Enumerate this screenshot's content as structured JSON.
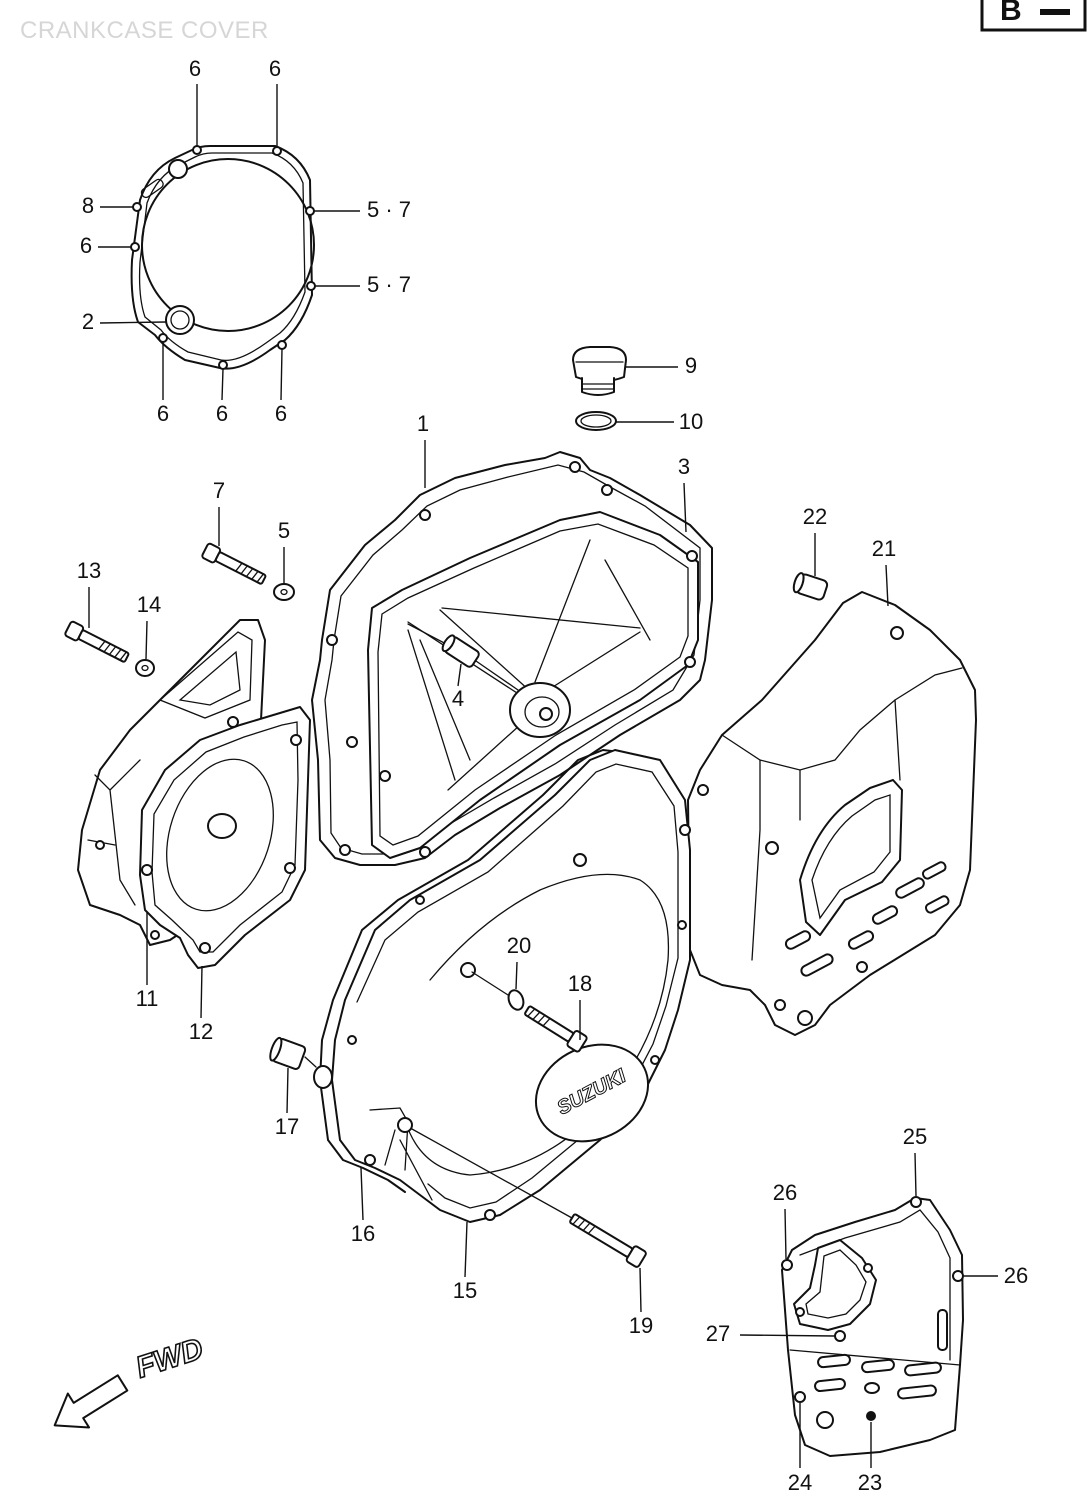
{
  "header": {
    "title": "CRANKCASE COVER",
    "section_badge": "B"
  },
  "callouts": [
    "6",
    "6",
    "8",
    "5 · 7",
    "6",
    "5 · 7",
    "2",
    "6",
    "6",
    "6",
    "9",
    "10",
    "1",
    "3",
    "7",
    "5",
    "22",
    "21",
    "13",
    "14",
    "4",
    "11",
    "12",
    "20",
    "18",
    "17",
    "16",
    "15",
    "19",
    "25",
    "26",
    "26",
    "27",
    "24",
    "23"
  ],
  "direction": {
    "label": "FWD"
  },
  "logo": {
    "text": "SUZUKI"
  },
  "colors": {
    "line": "#111111",
    "background": "#ffffff",
    "title": "#d6d6d6"
  }
}
